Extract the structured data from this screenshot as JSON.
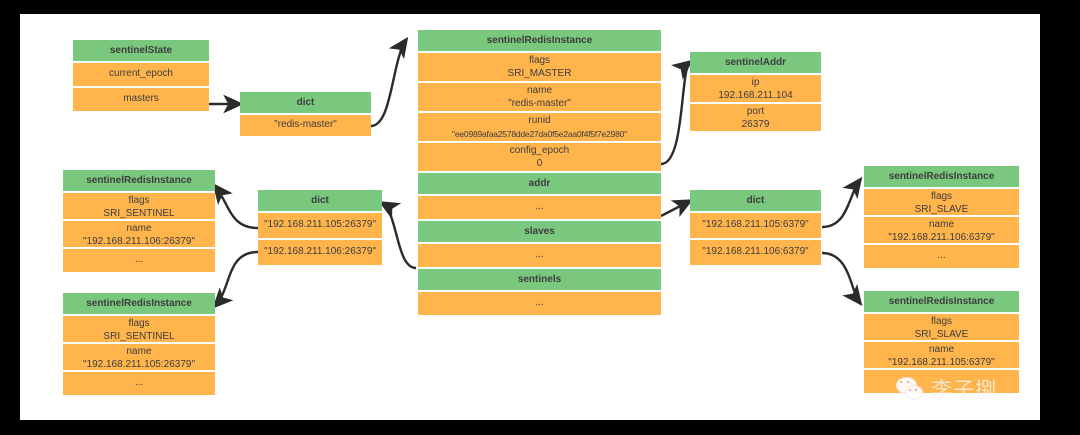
{
  "diagram": {
    "title": "Redis Sentinel sentinelState data structure",
    "colors": {
      "header": "#7ac87e",
      "cell": "#ffb44c",
      "arrow": "#2b2b2b",
      "canvas": "#ffffff",
      "frame": "#000000"
    }
  },
  "nodes": {
    "sentinel_state": {
      "header": "sentinelState",
      "rows": [
        {
          "key": "current_epoch",
          "value": ""
        },
        {
          "key": "masters",
          "value": ""
        }
      ]
    },
    "masters_dict": {
      "header": "dict",
      "rows": [
        {
          "key": "\"redis-master\"",
          "value": ""
        }
      ]
    },
    "master_instance": {
      "header": "sentinelRedisInstance",
      "rows": [
        {
          "key": "flags",
          "value": "SRI_MASTER"
        },
        {
          "key": "name",
          "value": "\"redis-master\""
        },
        {
          "key": "runid",
          "value": "\"ee0989afaa2578dde27da0f5e2aa0f4f5f7e2980\""
        },
        {
          "key": "config_epoch",
          "value": "0"
        }
      ],
      "sections": [
        {
          "header": "addr",
          "value": "..."
        },
        {
          "header": "slaves",
          "value": "..."
        },
        {
          "header": "sentinels",
          "value": "..."
        }
      ]
    },
    "sentinel_addr": {
      "header": "sentinelAddr",
      "rows": [
        {
          "key": "ip",
          "value": "192.168.211.104"
        },
        {
          "key": "port",
          "value": "26379"
        }
      ]
    },
    "sentinels_dict": {
      "header": "dict",
      "rows": [
        {
          "key": "\"192.168.211.105:26379\"",
          "value": ""
        },
        {
          "key": "\"192.168.211.106:26379\"",
          "value": ""
        }
      ]
    },
    "slaves_dict": {
      "header": "dict",
      "rows": [
        {
          "key": "\"192.168.211.105:6379\"",
          "value": ""
        },
        {
          "key": "\"192.168.211.106:6379\"",
          "value": ""
        }
      ]
    },
    "sentinel_instance_106": {
      "header": "sentinelRedisInstance",
      "rows": [
        {
          "key": "flags",
          "value": "SRI_SENTINEL"
        },
        {
          "key": "name",
          "value": "\"192.168.211.106:26379\""
        },
        {
          "key": "...",
          "value": ""
        }
      ]
    },
    "sentinel_instance_105": {
      "header": "sentinelRedisInstance",
      "rows": [
        {
          "key": "flags",
          "value": "SRI_SENTINEL"
        },
        {
          "key": "name",
          "value": "\"192.168.211.105:26379\""
        },
        {
          "key": "...",
          "value": ""
        }
      ]
    },
    "slave_instance_106": {
      "header": "sentinelRedisInstance",
      "rows": [
        {
          "key": "flags",
          "value": "SRI_SLAVE"
        },
        {
          "key": "name",
          "value": "\"192.168.211.106:6379\""
        },
        {
          "key": "...",
          "value": ""
        }
      ]
    },
    "slave_instance_105": {
      "header": "sentinelRedisInstance",
      "rows": [
        {
          "key": "flags",
          "value": "SRI_SLAVE"
        },
        {
          "key": "name",
          "value": "\"192.168.211.105:6379\""
        },
        {
          "key": "...",
          "value": ""
        }
      ]
    }
  },
  "watermark": {
    "icon": "wechat-icon",
    "text": "李子捌"
  }
}
